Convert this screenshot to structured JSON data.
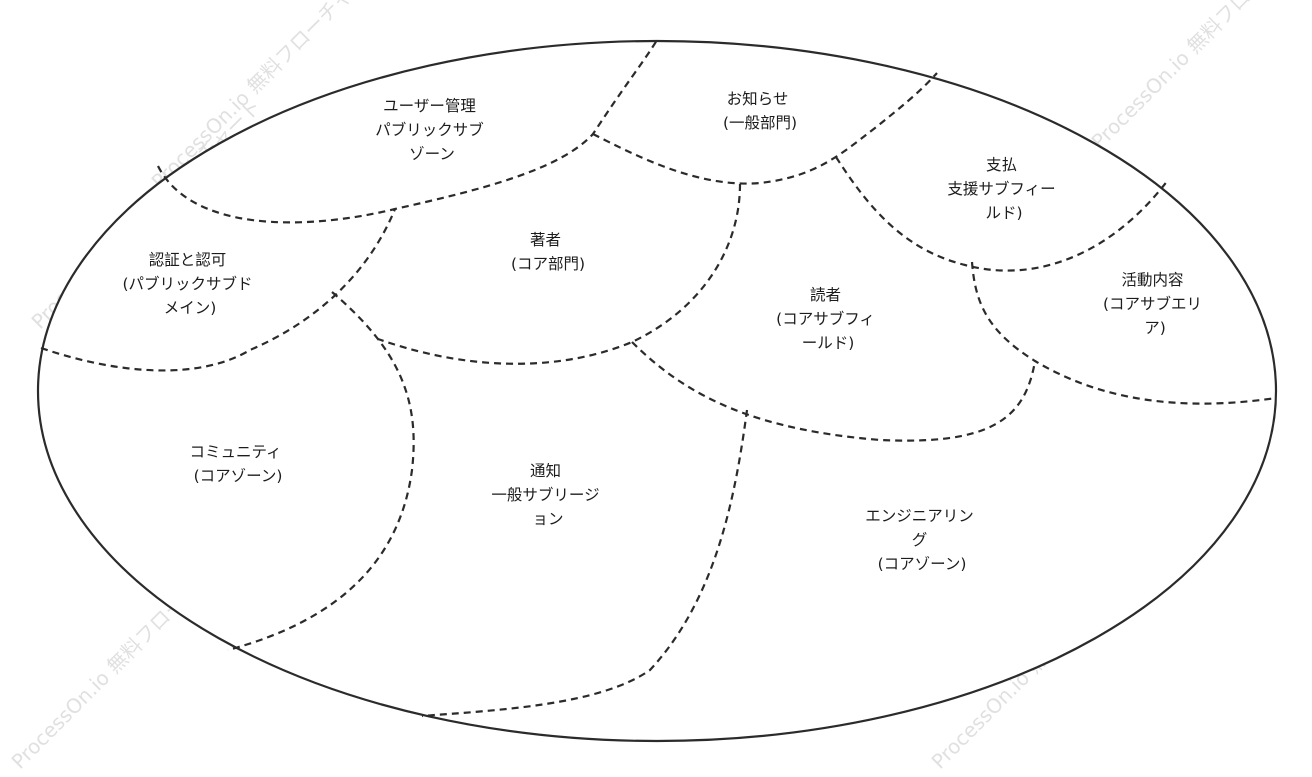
{
  "diagram": {
    "zones": [
      {
        "id": "user-mgmt",
        "lines": [
          "ユーザー管理",
          "パブリックサブ",
          "ゾーン"
        ]
      },
      {
        "id": "notice",
        "lines": [
          "お知らせ",
          "(一般部門)"
        ]
      },
      {
        "id": "payment",
        "lines": [
          "支払",
          "支援サブフィー",
          "ルド)"
        ]
      },
      {
        "id": "auth",
        "lines": [
          "認証と認可",
          "(パブリックサブド",
          "メイン)"
        ]
      },
      {
        "id": "author",
        "lines": [
          "著者",
          "(コア部門)"
        ]
      },
      {
        "id": "reader",
        "lines": [
          "読者",
          "(コアサブフィ",
          "ールド)"
        ]
      },
      {
        "id": "activity",
        "lines": [
          "活動内容",
          "(コアサブエリ",
          "ア)"
        ]
      },
      {
        "id": "community",
        "lines": [
          "コミュニティ",
          "(コアゾーン)"
        ]
      },
      {
        "id": "notification",
        "lines": [
          "通知",
          "一般サブリージ",
          "ョン"
        ]
      },
      {
        "id": "engineering",
        "lines": [
          "エンジニアリン",
          "グ",
          "(コアゾーン)"
        ]
      }
    ],
    "watermark": "ProcessOn.io 無料フローチャート"
  },
  "colors": {
    "line": "#2b2b2b",
    "text": "#1c1c1c",
    "watermark": "#c8c8c8"
  }
}
